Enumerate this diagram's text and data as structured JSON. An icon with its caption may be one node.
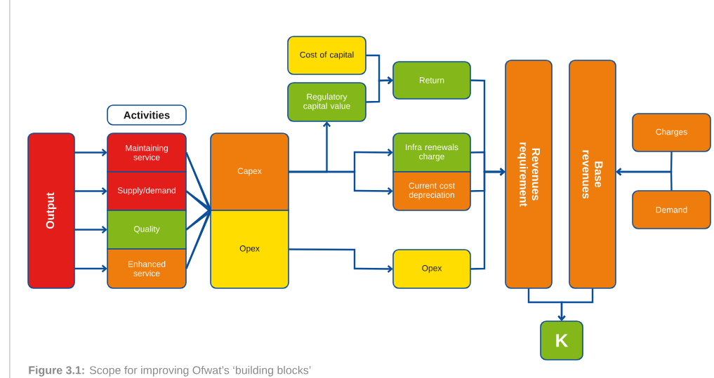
{
  "diagram": {
    "caption": "**Figure 3.1:** Scope for improving Ofwat’s ‘building blocks’",
    "nodes": [
      {
        "text": [
          "Output"
        ]
      },
      {
        "text": [
          "Activities"
        ]
      },
      {
        "text": [
          "Maintaining service"
        ]
      },
      {
        "text": [
          "Supply/demand"
        ]
      },
      {
        "text": [
          "Quality"
        ]
      },
      {
        "text": [
          "Enhanced service"
        ]
      },
      {
        "text": [
          "Capex"
        ]
      },
      {
        "text": [
          "Opex"
        ]
      },
      {
        "text": [
          "Cost of capital"
        ]
      },
      {
        "text": [
          "Regulatory capital value"
        ]
      },
      {
        "text": [
          "Return"
        ]
      },
      {
        "text": [
          "Infra renewals charge"
        ]
      },
      {
        "text": [
          "Current cost depreciation"
        ]
      },
      {
        "text": [
          "Opex"
        ]
      },
      {
        "text": [
          "Revenues requirement"
        ]
      },
      {
        "text": [
          "Base revenues"
        ]
      },
      {
        "text": [
          "Charges"
        ]
      },
      {
        "text": [
          "Demand"
        ]
      },
      {
        "text": [
          "K"
        ]
      }
    ],
    "edges": [
      {
        "from": 0,
        "to": 2,
        "arrow": "to"
      },
      {
        "from": 0,
        "to": 3,
        "arrow": "to"
      },
      {
        "from": 0,
        "to": 4,
        "arrow": "to"
      },
      {
        "from": 0,
        "to": 5,
        "arrow": "to"
      },
      {
        "from": 2,
        "to": 6,
        "arrow": "none"
      },
      {
        "from": 2,
        "to": 7,
        "arrow": "none"
      },
      {
        "from": 3,
        "to": 6,
        "arrow": "none"
      },
      {
        "from": 3,
        "to": 7,
        "arrow": "none"
      },
      {
        "from": 4,
        "to": 6,
        "arrow": "none"
      },
      {
        "from": 4,
        "to": 7,
        "arrow": "none"
      },
      {
        "from": 5,
        "to": 6,
        "arrow": "none"
      },
      {
        "from": 5,
        "to": 7,
        "arrow": "none"
      },
      {
        "from": 6,
        "to": 9,
        "arrow": "to"
      },
      {
        "from": 6,
        "to": 11,
        "arrow": "to"
      },
      {
        "from": 6,
        "to": 12,
        "arrow": "to"
      },
      {
        "from": 7,
        "to": 13,
        "arrow": "to"
      },
      {
        "from": 8,
        "to": 10,
        "arrow": "to"
      },
      {
        "from": 9,
        "to": 10,
        "arrow": "to"
      },
      {
        "from": 10,
        "to": 14,
        "arrow": "to"
      },
      {
        "from": 11,
        "to": 14,
        "arrow": "to"
      },
      {
        "from": 12,
        "to": 14,
        "arrow": "to"
      },
      {
        "from": 13,
        "to": 14,
        "arrow": "to"
      },
      {
        "from": 16,
        "to": 15,
        "arrow": "to"
      },
      {
        "from": 17,
        "to": 15,
        "arrow": "to"
      },
      {
        "from": 14,
        "to": 18,
        "arrow": "to"
      },
      {
        "from": 15,
        "to": 18,
        "arrow": "to"
      }
    ]
  }
}
